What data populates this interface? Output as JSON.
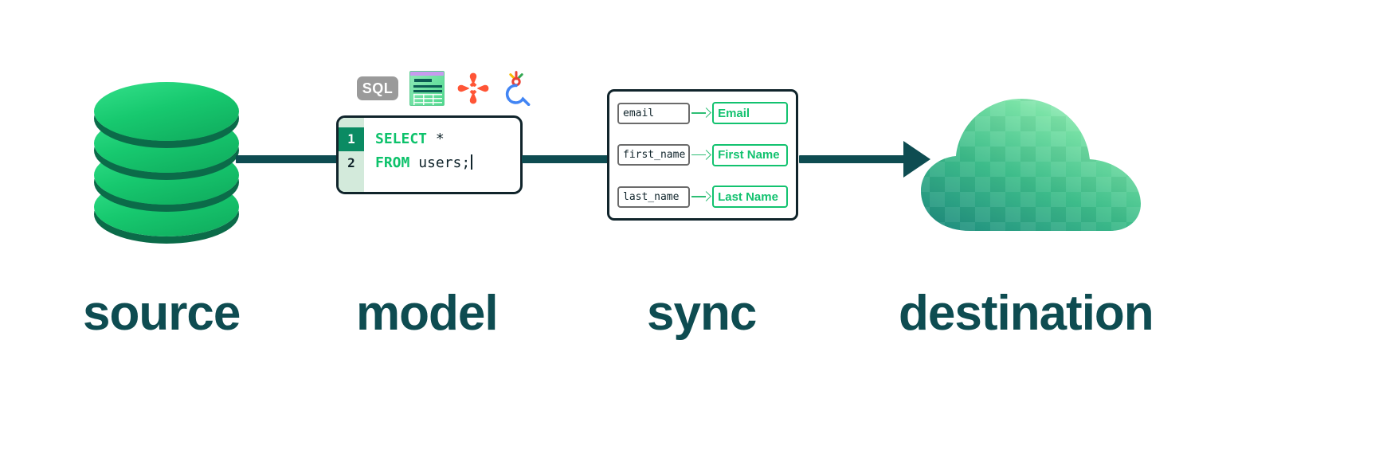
{
  "diagram": {
    "title": "source to destination data pipeline",
    "background": "#ffffff",
    "accent_dark": "#0E4C51",
    "accent_green": "#12C26F",
    "accent_light_green": "#34E08A"
  },
  "stages": {
    "source": {
      "label": "source",
      "icon": "database-cylinder-icon",
      "disc_count": 4,
      "color_top": "#34E08A",
      "color_shadow": "#0B6B49"
    },
    "model": {
      "label": "model",
      "tool_icons": [
        {
          "name": "sql-badge-icon",
          "text": "SQL",
          "color": "#9A9A9A"
        },
        {
          "name": "spreadsheet-icon",
          "text": "",
          "color": "#4FD98D"
        },
        {
          "name": "dbt-logo-icon",
          "text": "",
          "color": "#FF5536"
        },
        {
          "name": "looker-logo-icon",
          "text": "",
          "color": "#4285F4"
        }
      ],
      "editor": {
        "line_numbers": [
          "1",
          "2"
        ],
        "active_line": "1",
        "lines": [
          {
            "keyword": "SELECT",
            "rest": " *"
          },
          {
            "keyword": "FROM",
            "rest": " users;"
          }
        ],
        "gutter_color": "#D3EADB",
        "active_gutter_color": "#0B8B63",
        "keyword_color": "#0DC26B",
        "border_color": "#10242B"
      }
    },
    "sync": {
      "label": "sync",
      "mappings": [
        {
          "source_field": "email",
          "destination_field": "Email"
        },
        {
          "source_field": "first_name",
          "destination_field": "First Name"
        },
        {
          "source_field": "last_name",
          "destination_field": "Last Name"
        }
      ],
      "arrow_icon": "arrow-right-icon",
      "source_border_color": "#6B6B6B",
      "destination_border_color": "#12C26F"
    },
    "destination": {
      "label": "destination",
      "icon": "cloud-icon",
      "color_top": "#A8F0C4",
      "color_bottom": "#1E8C7E"
    }
  },
  "connectors": [
    {
      "name": "source-to-model-connector",
      "has_arrowhead": false
    },
    {
      "name": "model-to-sync-connector",
      "has_arrowhead": false
    },
    {
      "name": "sync-to-destination-connector",
      "has_arrowhead": true
    }
  ]
}
